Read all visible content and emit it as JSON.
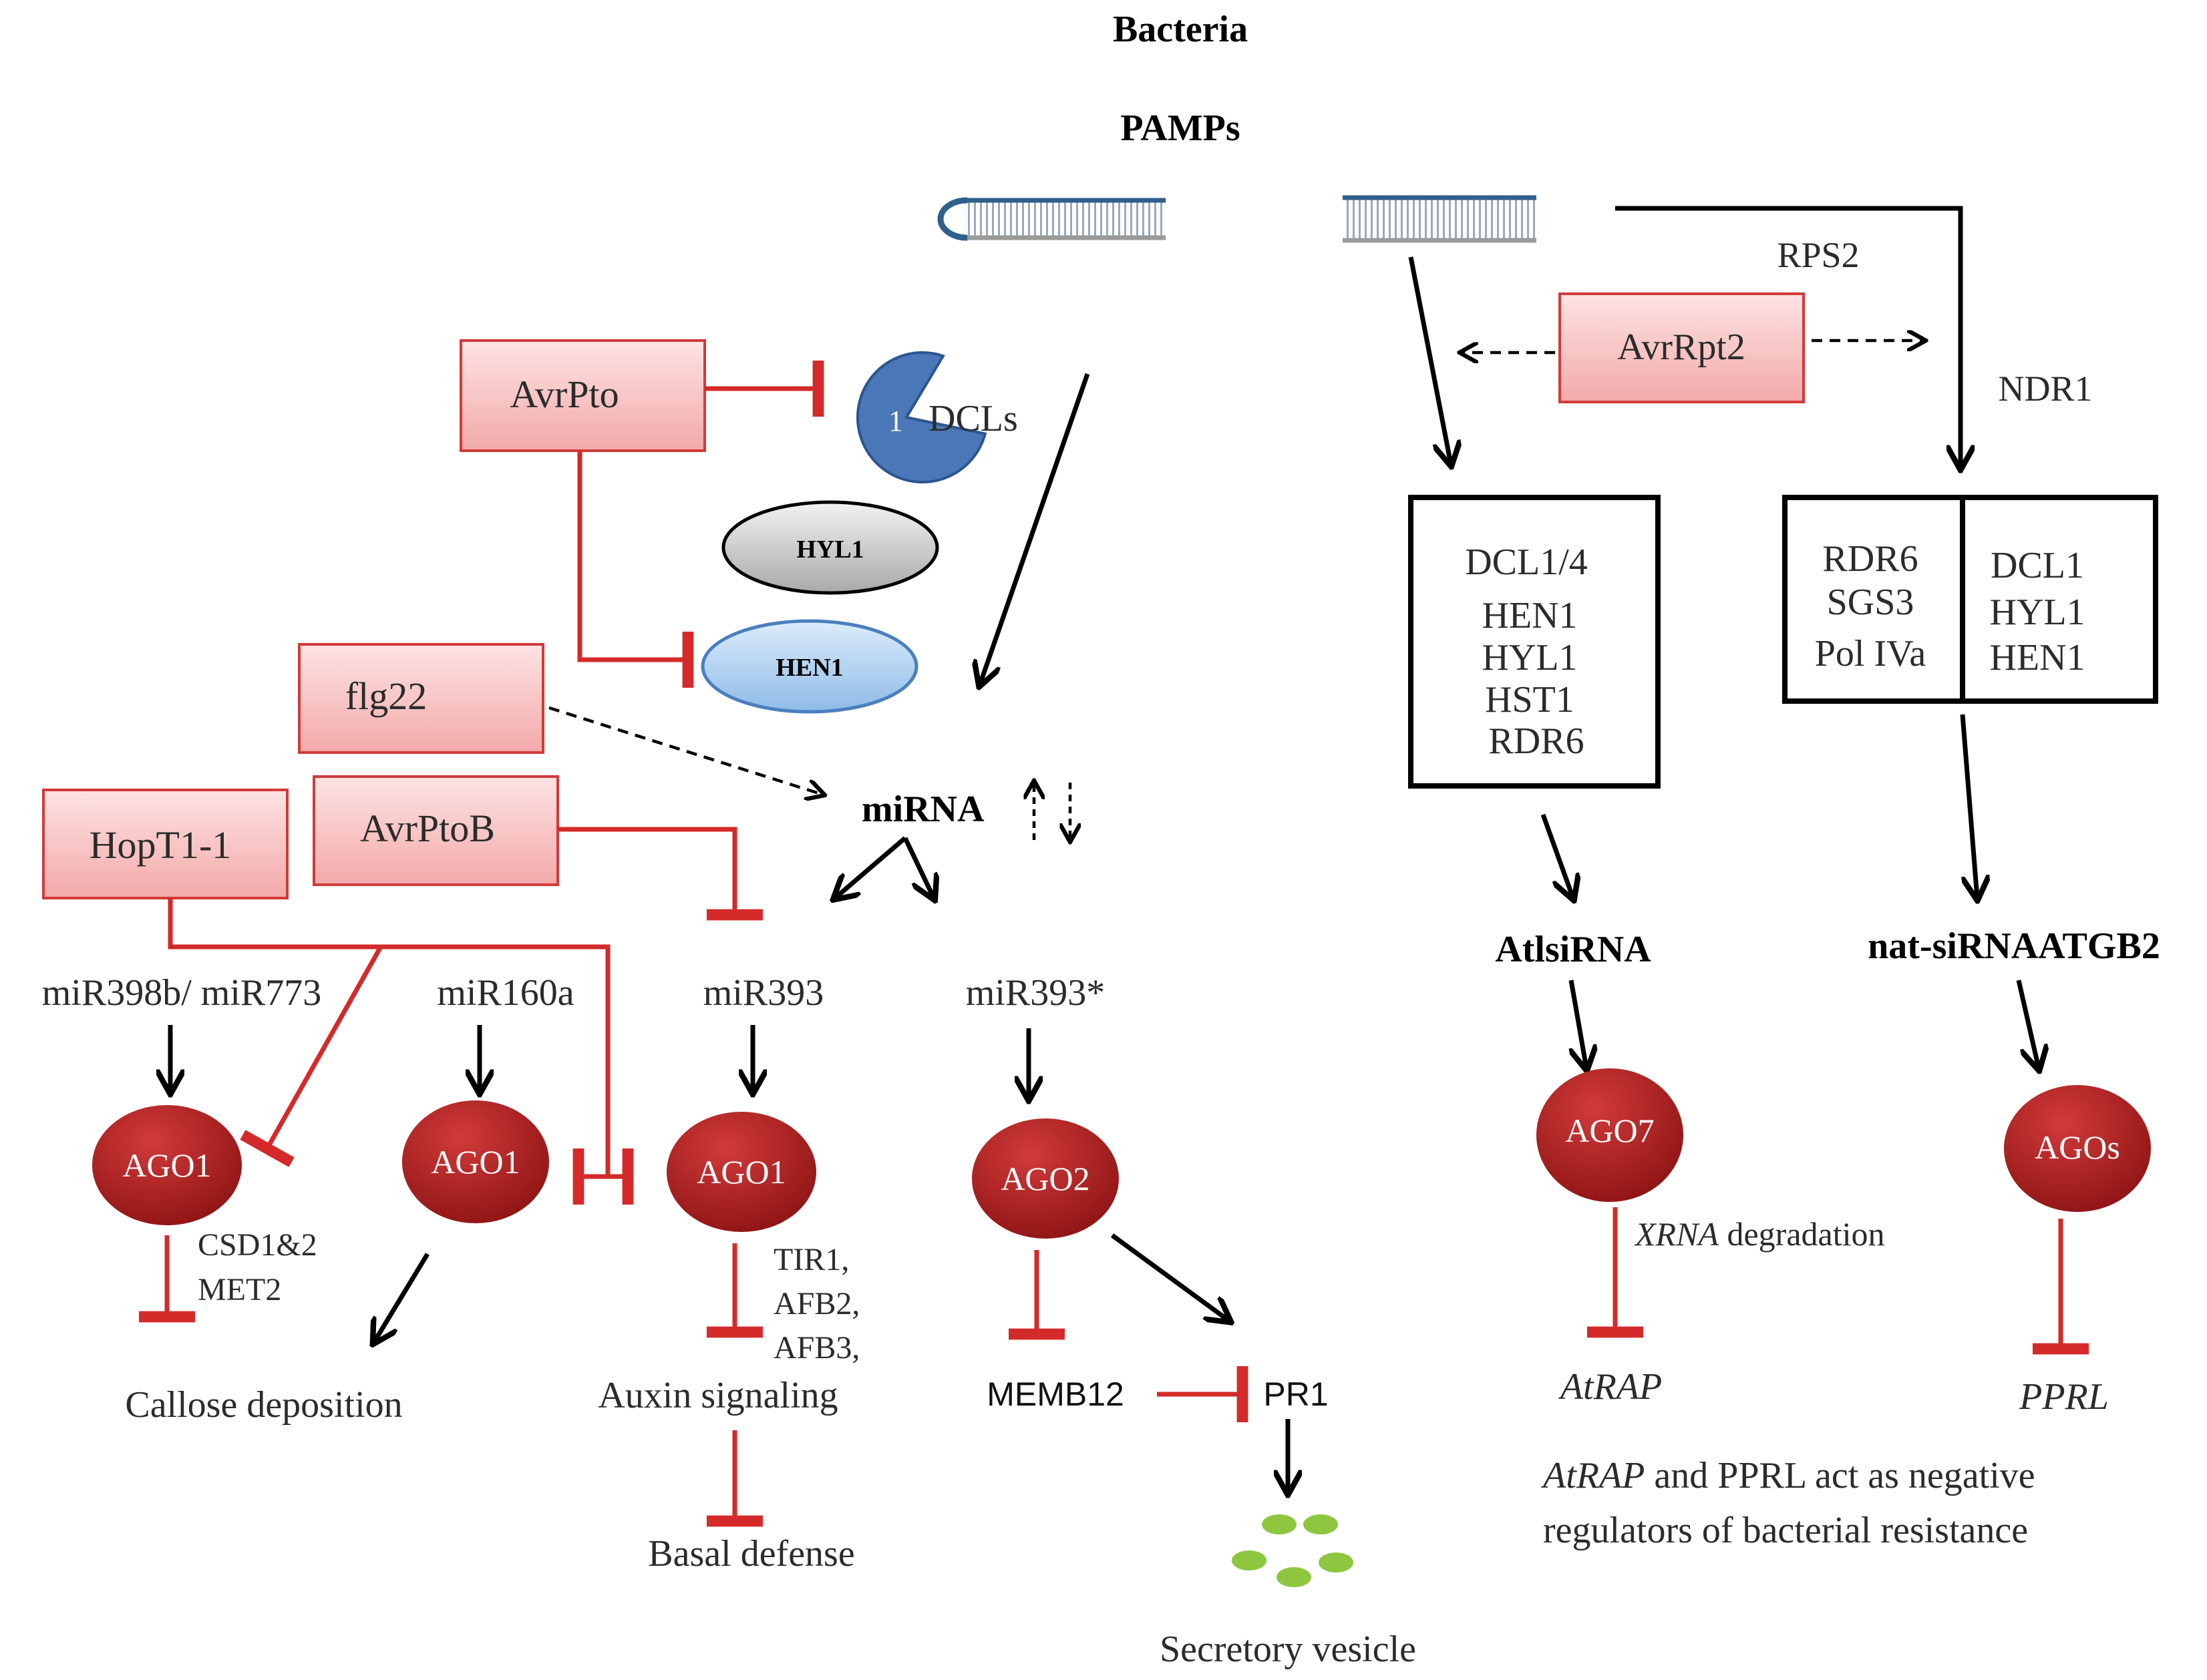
{
  "title": "Bacteria",
  "subtitle": "PAMPs",
  "colors": {
    "inhibition_red": "#d42a2a",
    "effector_fill": "#f7b8b8",
    "ago_red": "#b01e1e",
    "dcl_blue": "#4a77b8",
    "hen1_blue": "#a9cdef",
    "hyl1_gray": "#cfcfcf",
    "vesicle_green": "#8ec63f"
  },
  "effectors": {
    "avrpto": "AvrPto",
    "flg22": "flg22",
    "hopt1": "HopT1-1",
    "avrptob": "AvrPtoB",
    "avrpt2": "AvrRpt2"
  },
  "proteins": {
    "dcl_num": "1",
    "dcls": "DCLs",
    "hyl1": "HYL1",
    "hen1": "HEN1",
    "rps2": "RPS2",
    "ndr1": "NDR1"
  },
  "mirna": {
    "label": "miRNA",
    "mir398": "miR398b/ miR773",
    "mir160": "miR160a",
    "mir393": "miR393",
    "mir393star": "miR393*"
  },
  "ago": {
    "a1": "AGO1",
    "a2": "AGO1",
    "a3": "AGO1",
    "a4": "AGO2",
    "a5": "AGO7",
    "a6": "AGOs"
  },
  "targets": {
    "csd_line1": "CSD1&2",
    "csd_line2": "MET2",
    "callose": "Callose deposition",
    "tir_line1": "TIR1,",
    "tir_line2": "AFB2,",
    "tir_line3": "AFB3,",
    "auxin": "Auxin signaling",
    "basal": "Basal defense",
    "memb12": "MEMB12",
    "pr1": "PR1",
    "vesicle": "Secretory vesicle"
  },
  "box1": [
    "DCL1/4",
    "HEN1",
    "HYL1",
    "HST1",
    "RDR6"
  ],
  "box2_left": [
    "RDR6",
    "SGS3",
    "Pol IVa"
  ],
  "box2_right": [
    "DCL1",
    "HYL1",
    "HEN1"
  ],
  "sirna": {
    "atlsirna": "AtlsiRNA",
    "natsirna": "nat-siRNAATGB2",
    "xrna_italic": "XRNA",
    "xrna_rest": " degradation",
    "atrap": "AtRAP",
    "pprl": "PPRL"
  },
  "footnote": {
    "line1_italic": "AtRAP",
    "line1_rest": " and PPRL act as negative",
    "line2": "regulators of bacterial resistance"
  }
}
